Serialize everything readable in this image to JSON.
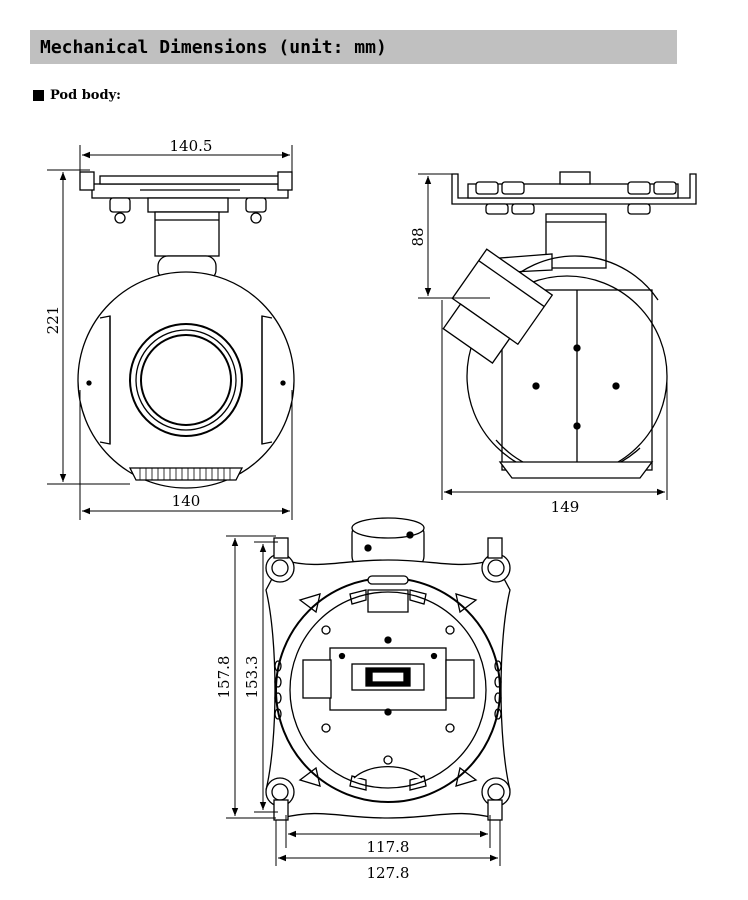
{
  "header": {
    "title": "Mechanical Dimensions (unit: mm)"
  },
  "section": {
    "label": "Pod body:",
    "bullet_icon": "black-square-icon"
  },
  "dimensions": {
    "front_top_width": "140.5",
    "front_height": "221",
    "front_bottom_width": "140",
    "side_top_height": "88",
    "side_bottom_width": "149",
    "bottom_outer_height": "157.8",
    "bottom_inner_height": "153.3",
    "bottom_inner_width": "117.8",
    "bottom_outer_width": "127.8"
  },
  "colors": {
    "title_bar_bg": "#c0c0c0",
    "line": "#000000"
  }
}
